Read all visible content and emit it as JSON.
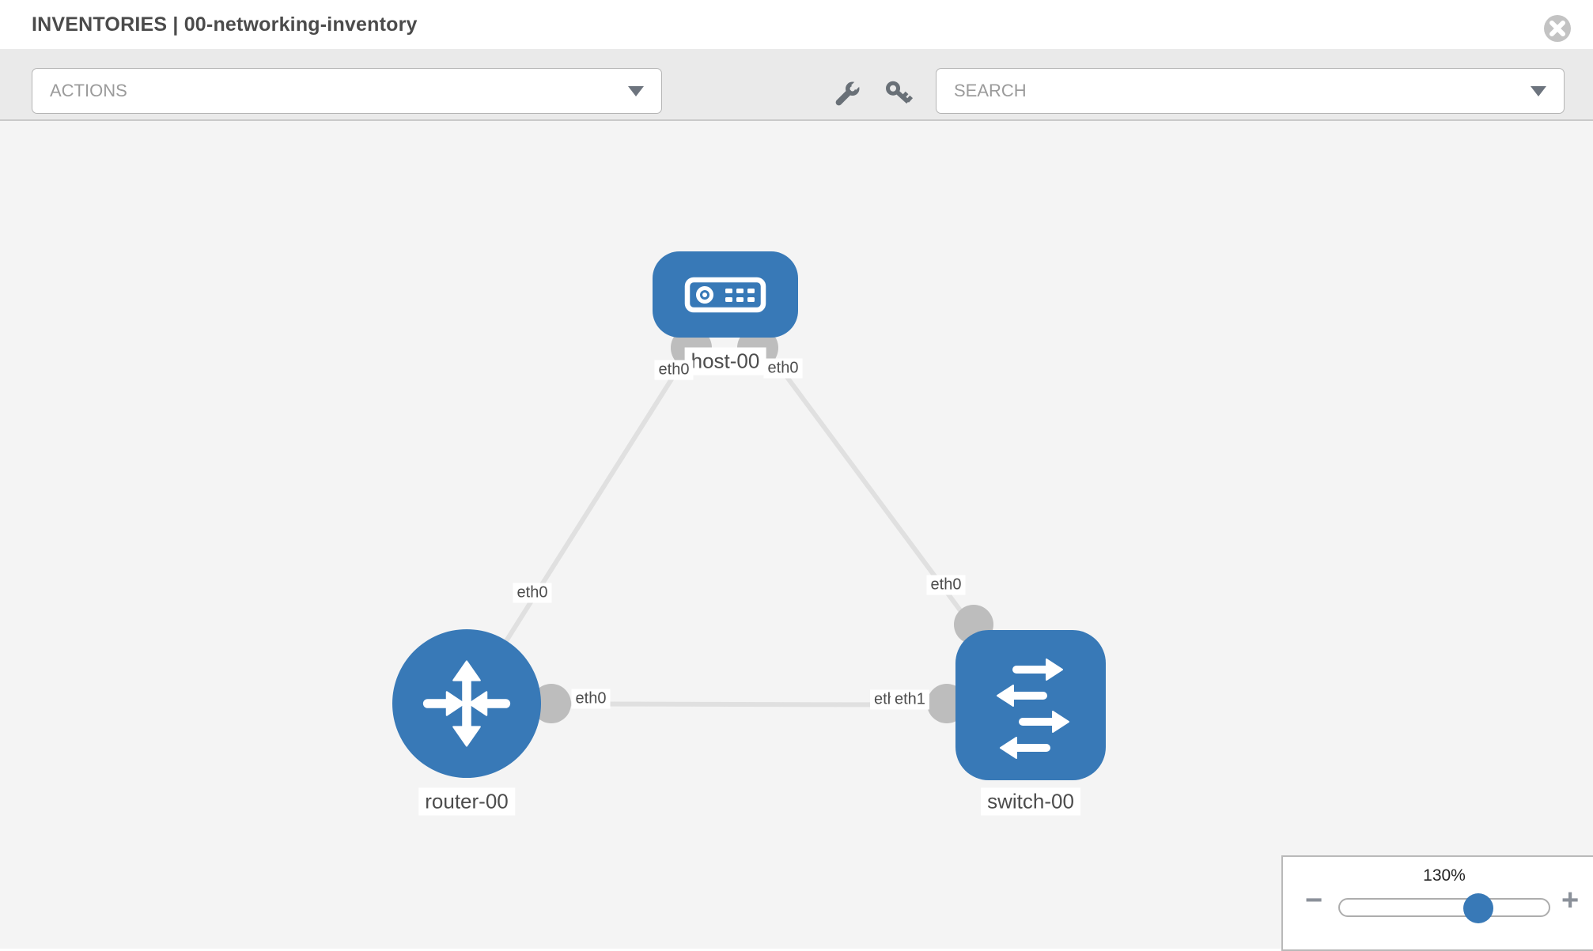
{
  "header": {
    "title": "INVENTORIES | 00-networking-inventory"
  },
  "toolbar": {
    "actions": {
      "label": "ACTIONS"
    },
    "search": {
      "placeholder": "SEARCH"
    },
    "tools": [
      {
        "icon": "wrench-icon"
      },
      {
        "icon": "key-icon"
      }
    ]
  },
  "topology": {
    "nodes": [
      {
        "id": "host-00",
        "type": "host",
        "label": "host-00"
      },
      {
        "id": "router-00",
        "type": "router",
        "label": "router-00"
      },
      {
        "id": "switch-00",
        "type": "switch",
        "label": "switch-00"
      }
    ],
    "links": [
      {
        "from": "host-00",
        "to": "router-00"
      },
      {
        "from": "host-00",
        "to": "switch-00"
      },
      {
        "from": "router-00",
        "to": "switch-00"
      }
    ],
    "interface_labels": [
      {
        "text": "eth0"
      },
      {
        "text": "eth0"
      },
      {
        "text": "eth0"
      },
      {
        "text": "eth0"
      },
      {
        "text": "eth0"
      },
      {
        "text": "eth0"
      },
      {
        "text": "eth1"
      }
    ]
  },
  "zoom_control": {
    "level": "130%",
    "minus_label": "−",
    "plus_label": "+",
    "value_percent": 67
  },
  "colors": {
    "node_blue": "#3879b7",
    "link_gray": "#e0e0e0",
    "dot_gray": "#bdbdbd",
    "canvas_bg": "#f4f4f4",
    "toolbar_bg": "#eaeaea"
  }
}
